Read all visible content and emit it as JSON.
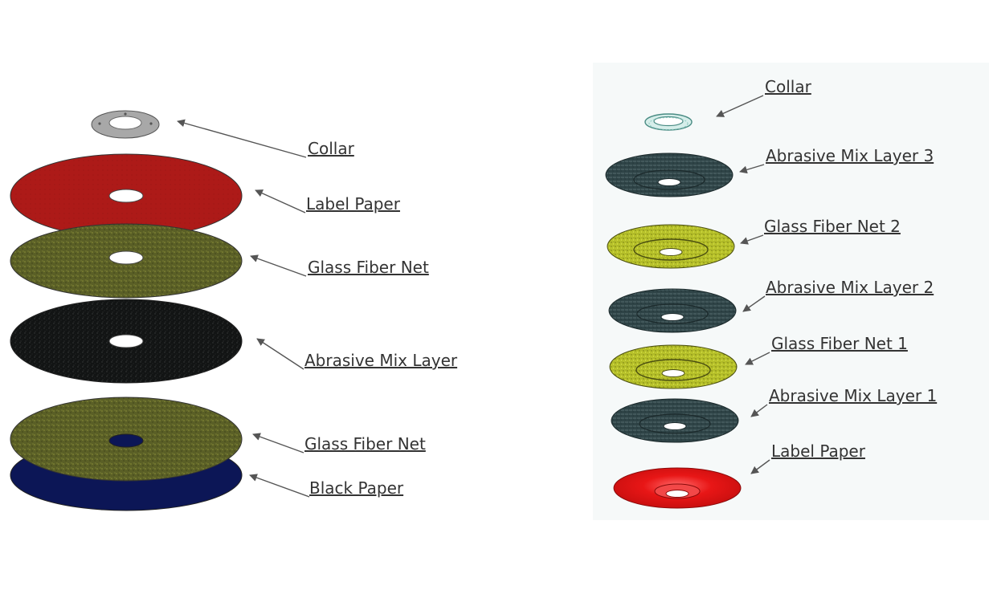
{
  "left_diagram": {
    "labels": [
      "Collar",
      "Label Paper",
      "Glass Fiber Net",
      "Abrasive Mix Layer",
      "Glass Fiber Net",
      "Black Paper"
    ]
  },
  "right_diagram": {
    "labels": [
      "Collar",
      "Abrasive Mix Layer 3",
      "Glass Fiber Net 2",
      "Abrasive Mix Layer 2",
      "Glass Fiber Net 1",
      "Abrasive Mix Layer 1",
      "Label Paper"
    ]
  },
  "colors": {
    "collar": "#a8a8a8",
    "label_paper_left": "#b01a18",
    "glass_fiber_left": "#5f6328",
    "abrasive_left": "#121414",
    "black_paper": "#0c1656",
    "abrasive_right": "#2f4447",
    "glass_fiber_right": "#b8c22a",
    "label_paper_right": "#e11414",
    "collar_right": "#8cc8c0"
  }
}
